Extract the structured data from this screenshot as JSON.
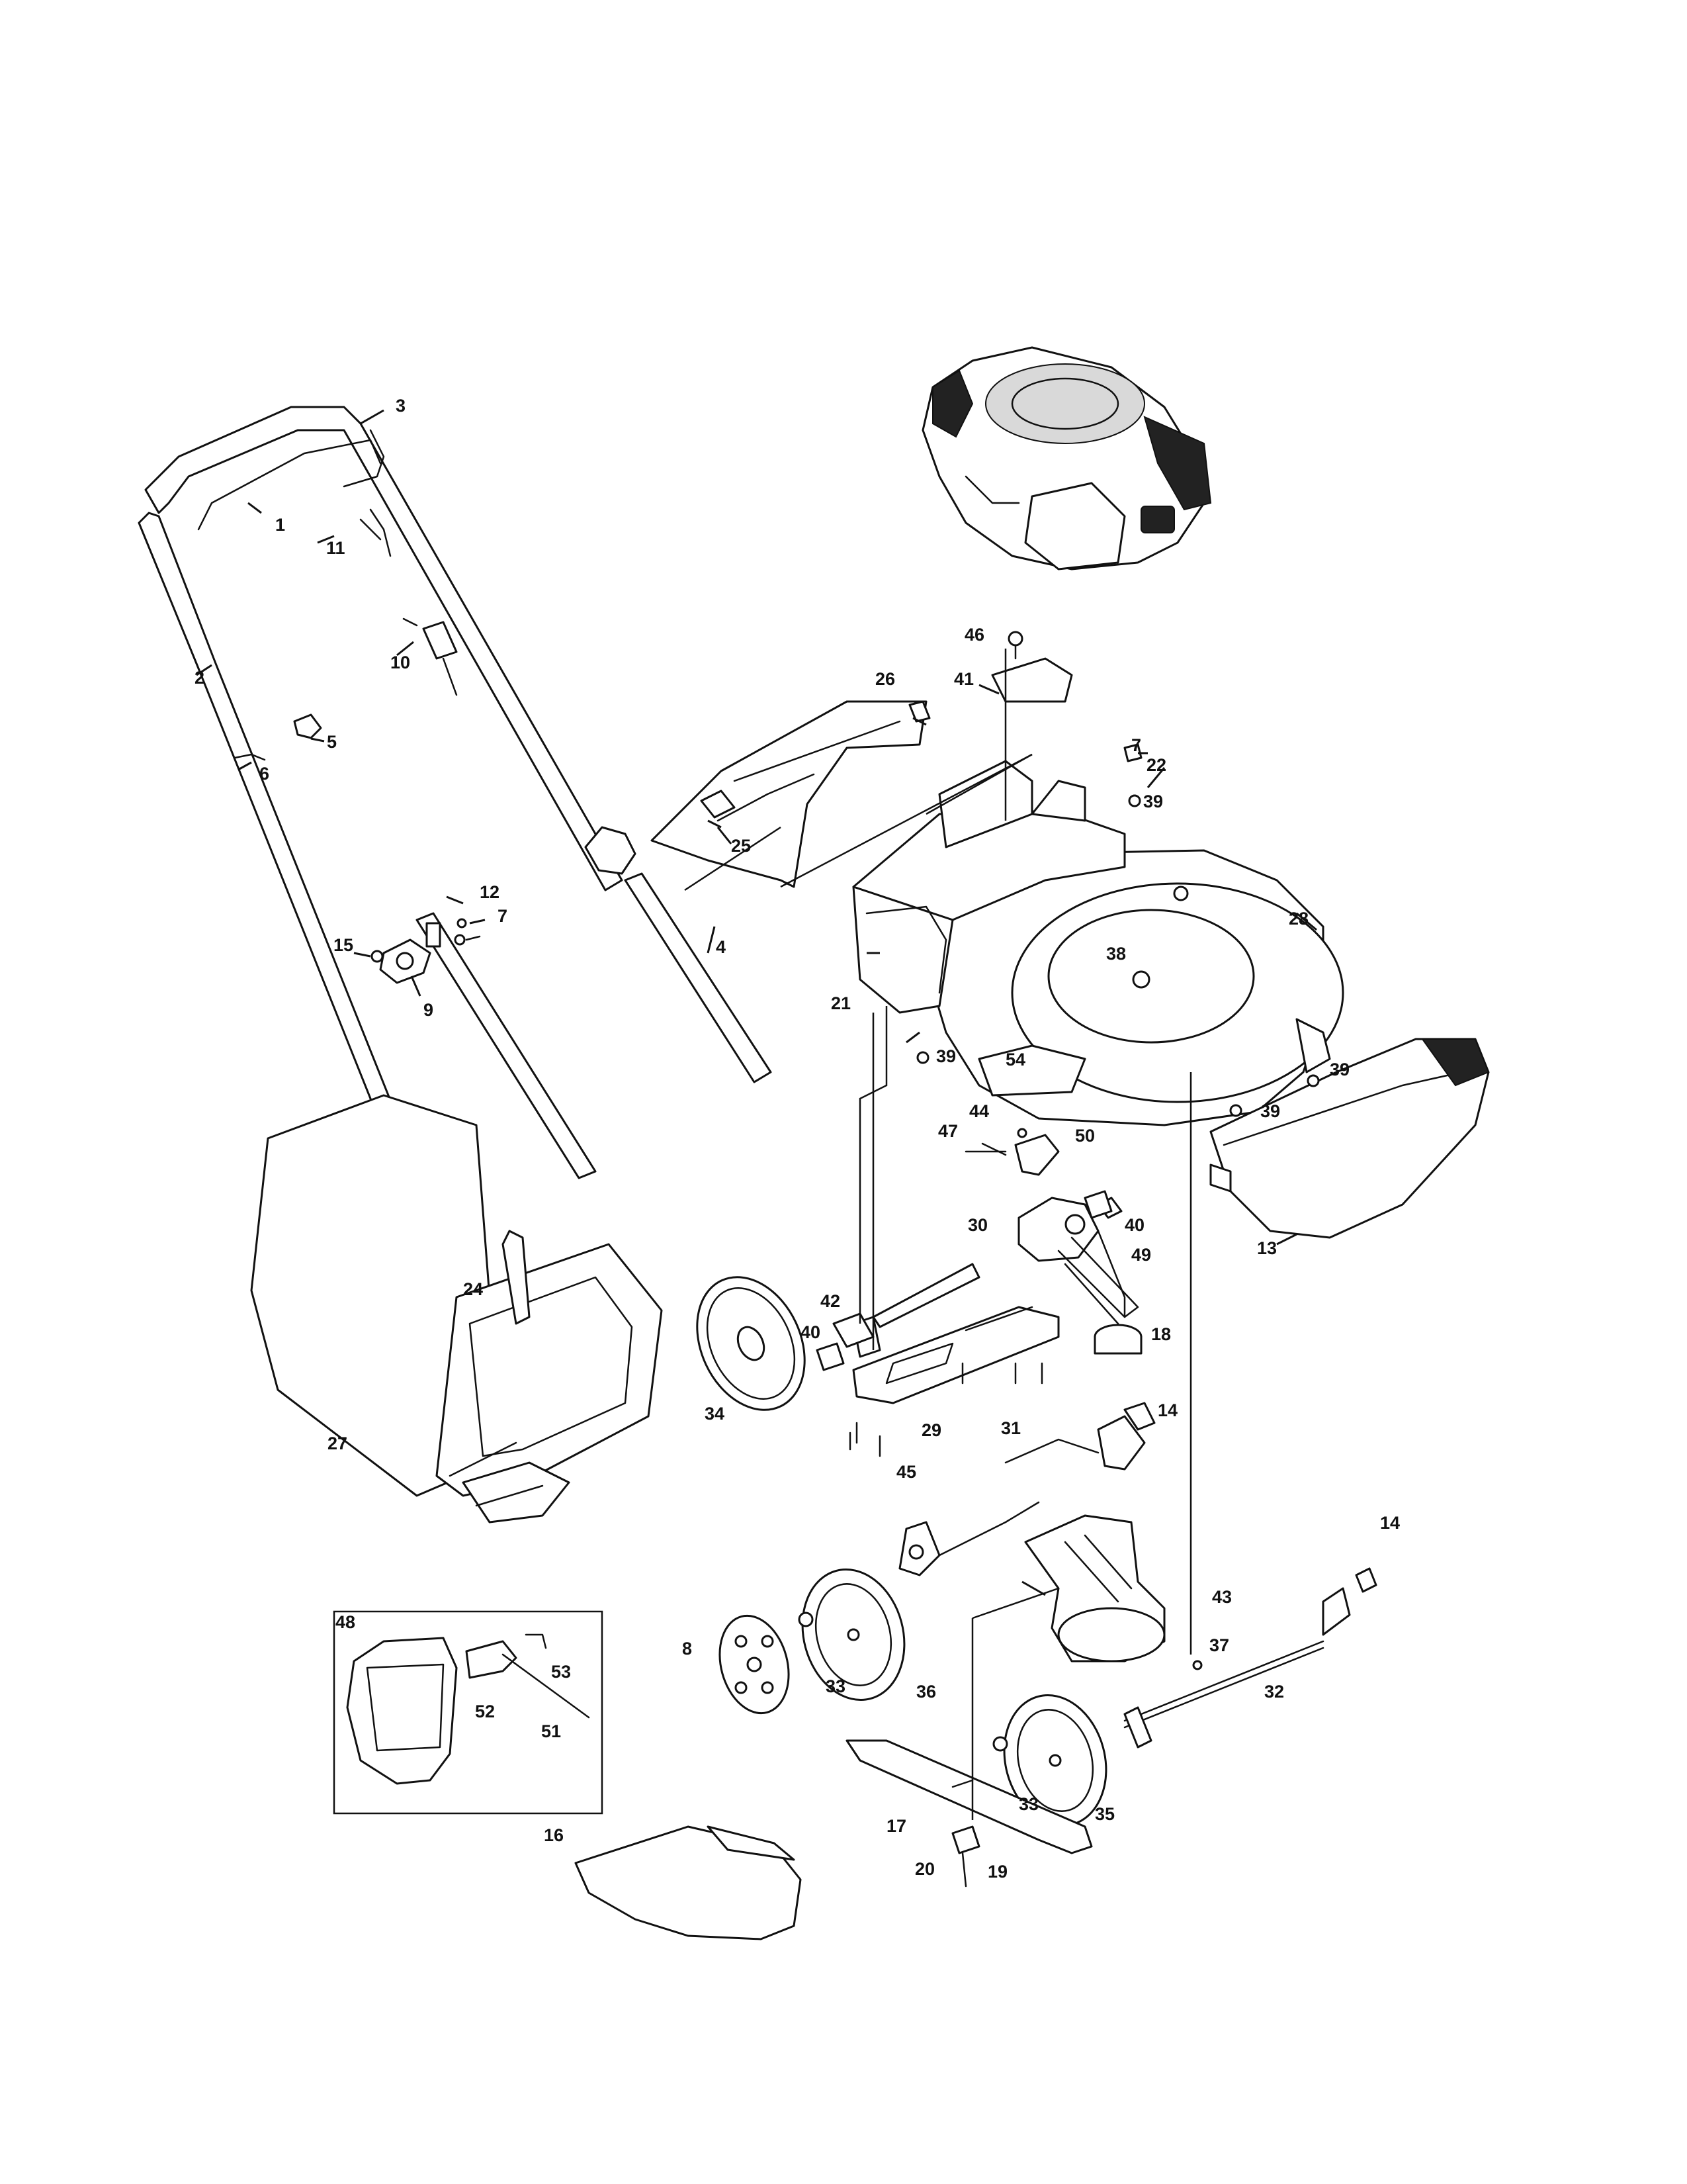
{
  "diagram": {
    "callouts": [
      "1",
      "2",
      "3",
      "4",
      "5",
      "6",
      "7",
      "8",
      "9",
      "10",
      "11",
      "12",
      "13",
      "14",
      "15",
      "16",
      "17",
      "18",
      "19",
      "20",
      "21",
      "22",
      "24",
      "25",
      "26",
      "27",
      "28",
      "29",
      "30",
      "31",
      "32",
      "33",
      "34",
      "35",
      "36",
      "37",
      "38",
      "39",
      "40",
      "41",
      "42",
      "43",
      "44",
      "45",
      "46",
      "47",
      "48",
      "49",
      "50",
      "51",
      "52",
      "53",
      "54"
    ]
  }
}
